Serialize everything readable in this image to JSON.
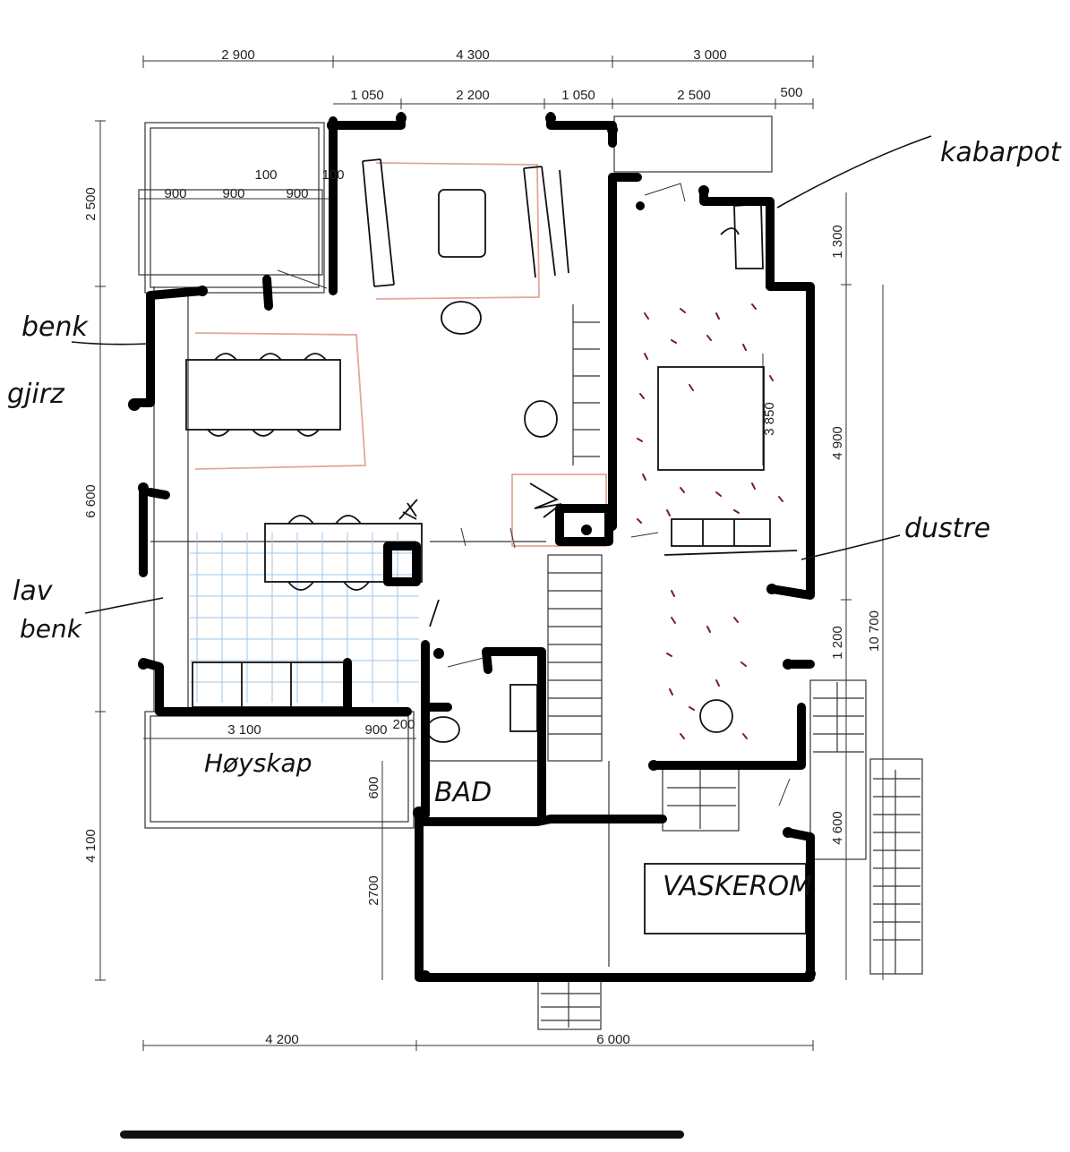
{
  "dimensions": {
    "top_outer": [
      "2 900",
      "4 300",
      "3 000"
    ],
    "top_inner": [
      "1 050",
      "2 200",
      "1 050",
      "2 500",
      "500"
    ],
    "terrace_top": [
      "900",
      "900",
      "100",
      "900",
      "100"
    ],
    "left": [
      "2 500",
      "6 600",
      "4 100"
    ],
    "right_inner": [
      "1 300",
      "4 900",
      "1 200",
      "4 600"
    ],
    "right_outer": "10 700",
    "bedroom_depth": "3 850",
    "bottom": [
      "4 200",
      "6 000"
    ],
    "lower_left": [
      "3 100",
      "900",
      "200"
    ],
    "lower_inner": [
      "600",
      "2700"
    ]
  },
  "annotations": {
    "benk_line1": "benk",
    "benk_line2": "gjirz",
    "lav_line1": "lav",
    "lav_line2": "benk",
    "kabinett": "kabarpot",
    "dusj": "dustre",
    "hoyskap": "Høyskap",
    "bad": "BAD",
    "vaskerom": "VASKEROM"
  },
  "colors": {
    "wall": "#000000",
    "thin_line": "#333333",
    "rug_outline": "#e0a898",
    "tile_grid": "#9cc4ea",
    "stipple": "#7a1a3a"
  }
}
